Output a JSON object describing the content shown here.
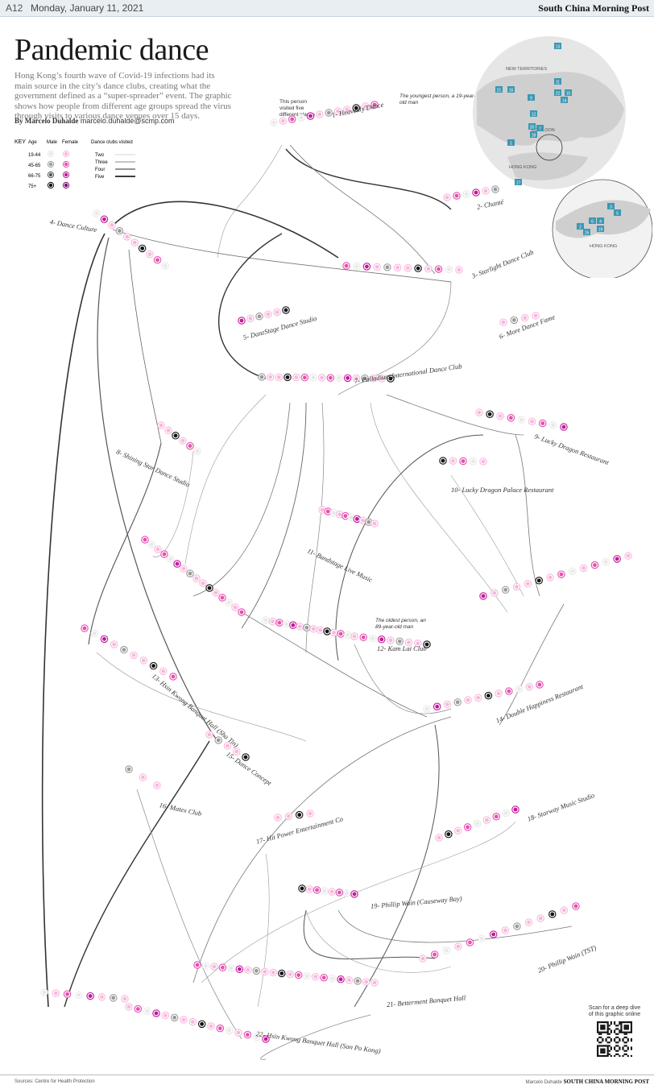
{
  "page": {
    "number": "A12",
    "date": "Monday, January 11, 2021",
    "brand": "South China Morning Post"
  },
  "headline": "Pandemic dance",
  "intro": "Hong Kong’s fourth wave of Covid-19 infections had its main source in the city’s dance clubs, creating what the government defined as a “super-spreader” event. The graphic shows how people from different age groups spread the virus through visits to various dance venues over 15 days.",
  "byline": {
    "by": "By Marcelo Duhalde",
    "email": "marcelo.duhalde@scmp.com"
  },
  "key": {
    "title": "KEY",
    "age": "Age",
    "male": "Male",
    "female": "Female",
    "ages": [
      "19-44",
      "45-65",
      "66-75",
      "75+"
    ],
    "clubs_title": "Dance clubs visited",
    "clubs": [
      "Two",
      "Three",
      "Four",
      "Five"
    ],
    "male_colors": [
      "#e8e8e8",
      "#9a9a9a",
      "#555555",
      "#111111"
    ],
    "female_colors": [
      "#f7b8dc",
      "#e64fb0",
      "#c2189a",
      "#7a0b6a"
    ]
  },
  "annotations": {
    "five_places": "This person visited five different places",
    "youngest": "The youngest person, a 19-year-old man",
    "oldest": "The oldest person, an 89-year-old man"
  },
  "venues": [
    "1- Heavenly Dance",
    "2- Chanté",
    "3- Starlight Dance Club",
    "4- Dance Culture",
    "5- DanzStage Dance Studio",
    "6- More Dance Fame",
    "7- Palladium International Dance Club",
    "8- Shining Star Dance Studio",
    "9- Lucky Dragon Restaurant",
    "10- Lucky Dragon Palace Restaurant",
    "11- Bandstage Live Music",
    "12- Kam Lai Club",
    "13- Hsin Kwong Banquet Hall (Sha Tin)",
    "14- Double Happiness Restaurant",
    "15- Dance Concept",
    "16- Matex Club",
    "17- Hit Power Entertainment Co",
    "18- Starway Music Studio",
    "19- Phillip Wain (Causeway Bay)",
    "20- Phillip Wain (TST)",
    "21- Betterment Banquet Hall",
    "22- Hsin Kwong Banquet Hall (San Po Kong)"
  ],
  "map": {
    "labels": [
      "NEW TERRITORIES",
      "KOWLOON",
      "HONG KONG"
    ],
    "markers_top": [
      "13",
      "21",
      "16",
      "11",
      "22",
      "10",
      "14",
      "9",
      "12",
      "20",
      "7",
      "18",
      "1",
      "17"
    ],
    "markers_inset": [
      "3",
      "5",
      "2",
      "6",
      "4",
      "15",
      "19"
    ],
    "inset_label": "HONG KONG"
  },
  "qr": {
    "caption": "Scan for a deep dive of this graphic online"
  },
  "footer": {
    "sources": "Sources: Centre for Health Protection",
    "credit_name": "Marcelo Duhalde",
    "credit_brand": "SOUTH CHINA MORNING POST"
  }
}
